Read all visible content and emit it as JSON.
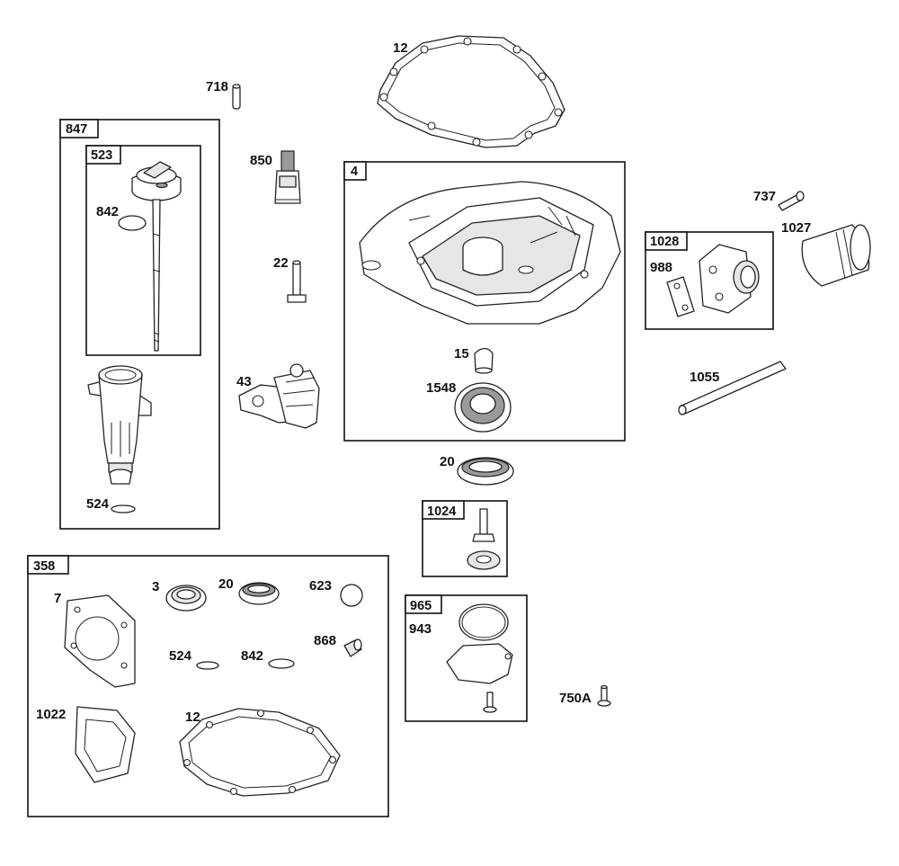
{
  "parts": {
    "p718": "718",
    "p12_top": "12",
    "p847": "847",
    "p523": "523",
    "p842_dipstick": "842",
    "p850": "850",
    "p4": "4",
    "p737": "737",
    "p1027": "1027",
    "p1028": "1028",
    "p988": "988",
    "p22": "22",
    "p15": "15",
    "p1548": "1548",
    "p43": "43",
    "p1055": "1055",
    "p524_tube": "524",
    "p20_seal": "20",
    "p1024": "1024",
    "p358": "358",
    "p7": "7",
    "p3": "3",
    "p20_kit": "20",
    "p623": "623",
    "p868": "868",
    "p524_kit": "524",
    "p842_kit": "842",
    "p1022": "1022",
    "p12_kit": "12",
    "p965": "965",
    "p943": "943",
    "p750A": "750A"
  },
  "colors": {
    "line": "#222222",
    "fill_light": "#e6e6e6",
    "fill_dark": "#9a9a9a"
  }
}
